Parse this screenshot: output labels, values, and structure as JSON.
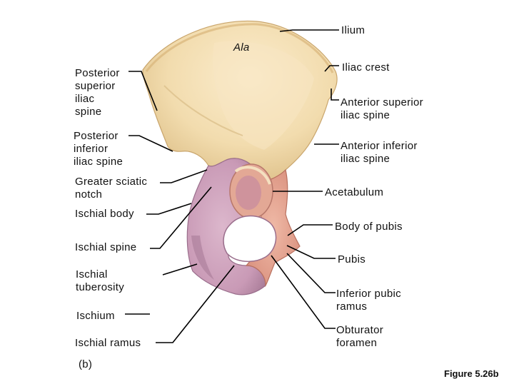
{
  "figure": {
    "panel": "(b)",
    "caption": "Figure 5.26b",
    "region_label": "Ala"
  },
  "labels_right": {
    "ilium": "Ilium",
    "iliac_crest": "Iliac crest",
    "asis": "Anterior superior\niliac spine",
    "aiis": "Anterior inferior\niliac spine",
    "acetabulum": "Acetabulum",
    "body_of_pubis": "Body of pubis",
    "pubis": "Pubis",
    "inferior_pubic_ramus": "Inferior pubic\nramus",
    "obturator_foramen": "Obturator\nforamen"
  },
  "labels_left": {
    "psis": "Posterior\nsuperior\niliac\nspine",
    "piis": "Posterior\ninferior\niliac spine",
    "greater_sciatic_notch": "Greater sciatic\nnotch",
    "ischial_body": "Ischial body",
    "ischial_spine": "Ischial spine",
    "ischial_tuberosity": "Ischial\ntuberosity",
    "ischium": "Ischium",
    "ischial_ramus": "Ischial ramus"
  },
  "colors": {
    "ilium_fill": "#f2dcae",
    "ilium_shade": "#d9b77c",
    "ischium_fill": "#cfa3bd",
    "ischium_shade": "#a8789a",
    "pubis_fill": "#e6a592",
    "pubis_shade": "#c8786a",
    "leader": "#000000"
  }
}
